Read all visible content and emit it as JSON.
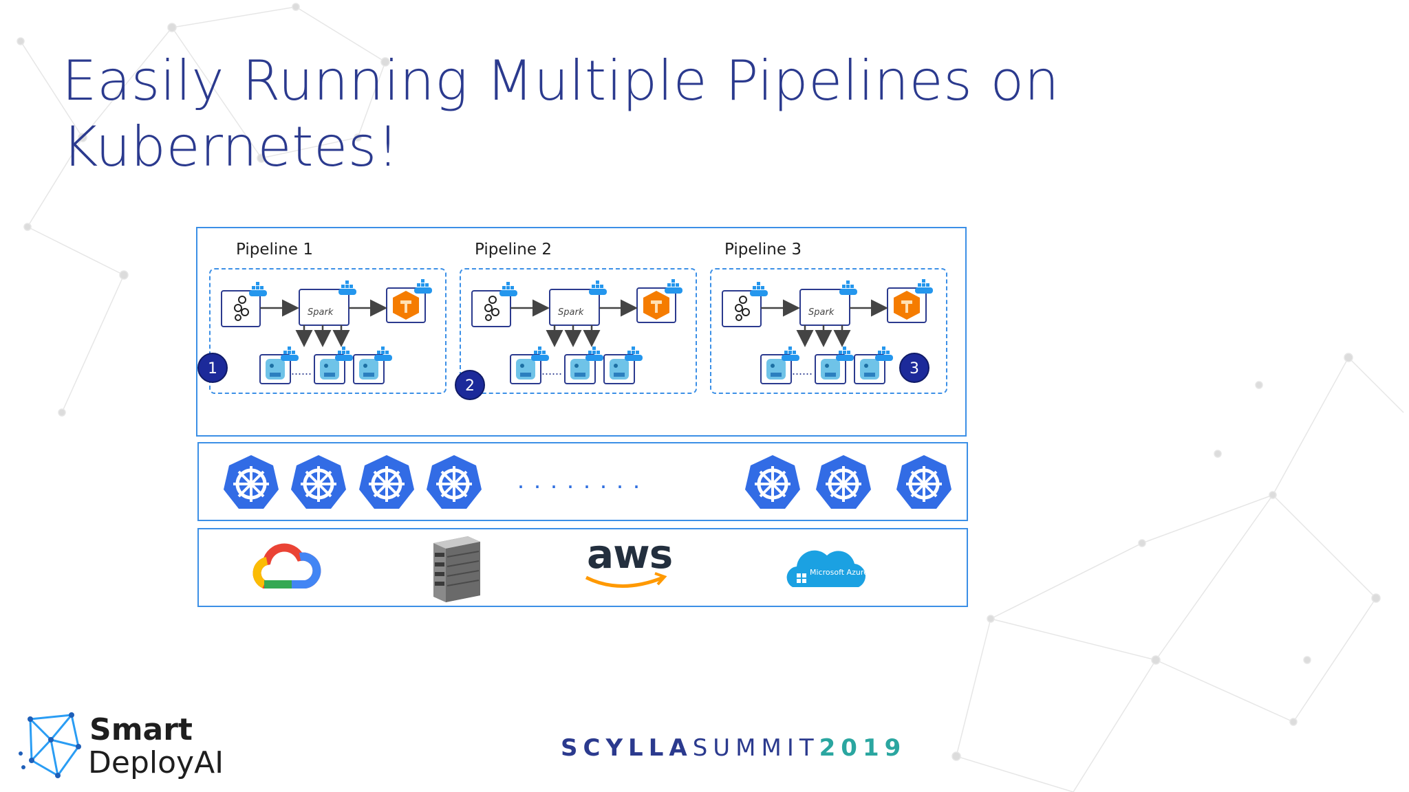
{
  "slide": {
    "title_line1": "Easily Running Multiple Pipelines on",
    "title_line2": "Kubernetes!"
  },
  "pipelines": [
    {
      "label": "Pipeline 1",
      "badge": "1",
      "stage_labels": {
        "center": "Spark"
      }
    },
    {
      "label": "Pipeline 2",
      "badge": "2",
      "stage_labels": {
        "center": "Spark"
      }
    },
    {
      "label": "Pipeline 3",
      "badge": "3",
      "stage_labels": {
        "center": "Spark"
      }
    }
  ],
  "worker_ellipsis": "......",
  "node_ellipsis": "........",
  "infrastructure": {
    "aws_label": "aws",
    "azure_label": "Microsoft Azure"
  },
  "footer": {
    "brand_line1": "Smart",
    "brand_line2": "DeployAI",
    "summit_part1": "SCYLLA",
    "summit_part2": "SUMMIT",
    "summit_part3": "2019"
  },
  "colors": {
    "title": "#2b3a8e",
    "border": "#3b8fe6",
    "badge": "#1c2a9a",
    "k8s": "#326ce5",
    "tf_orange": "#f57c00",
    "docker": "#2496ed"
  },
  "icons": [
    "kubeflow-icon",
    "spark-icon",
    "tensorflow-icon",
    "docker-icon",
    "scylla-icon",
    "kubernetes-icon",
    "google-cloud-icon",
    "server-rack-icon",
    "aws-icon",
    "azure-icon"
  ]
}
